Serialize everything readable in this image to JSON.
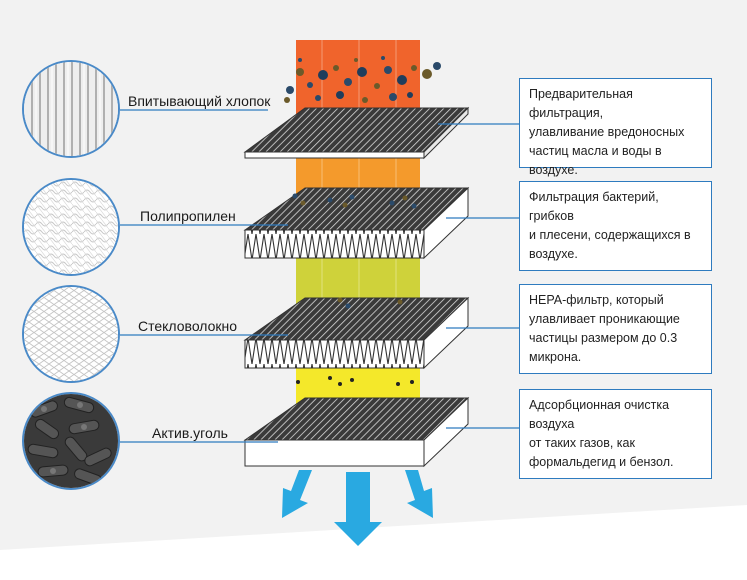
{
  "materials": [
    {
      "label": "Впитывающий хлопок",
      "icon": "cotton-texture-icon"
    },
    {
      "label": "Полипропилен",
      "icon": "polypropylene-mesh-icon"
    },
    {
      "label": "Стекловолокно",
      "icon": "fiberglass-mesh-icon"
    },
    {
      "label": "Актив.уголь",
      "icon": "activated-carbon-icon"
    }
  ],
  "descriptions": [
    "Предварительная фильтрация,\nулавливание вредоносных\nчастиц масла и воды в\nвоздухе.",
    "Фильтрация бактерий, грибков\nи плесени, содержащихся в\nвоздухе.",
    "HEPA-фильтр, который\nулавливает проникающие\nчастицы размером до 0.3\nмикрона.",
    "Адсорбционная очистка воздуха\nот таких газов, как\nформальдегид и бензол."
  ],
  "colors": {
    "accent": "#2e7bbf",
    "air_dirty": "#f0642c",
    "air_stage2": "#f49a2c",
    "air_stage3": "#cfd23a",
    "air_clean": "#f4e82a",
    "arrow": "#29a9e1"
  }
}
